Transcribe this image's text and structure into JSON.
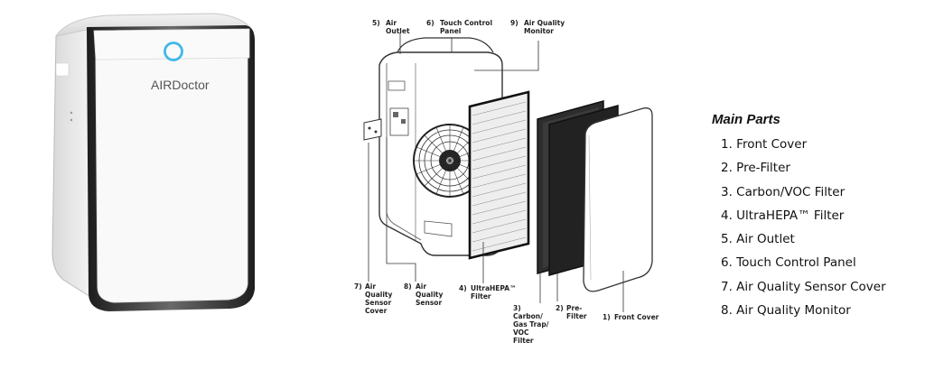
{
  "product": {
    "brand_logo": "AIRDoctor",
    "accent_color": "#3fb8e8"
  },
  "diagram_labels": {
    "air_outlet": {
      "num": "5)",
      "lines": [
        "Air",
        "Outlet"
      ]
    },
    "touch_control_panel": {
      "num": "6)",
      "lines": [
        "Touch Control",
        "Panel"
      ]
    },
    "air_quality_monitor": {
      "num": "9)",
      "lines": [
        "Air Quality",
        "Monitor"
      ]
    },
    "air_quality_sensor_cover": {
      "num": "7)",
      "lines": [
        "Air",
        "Quality",
        "Sensor",
        "Cover"
      ]
    },
    "air_quality_sensor": {
      "num": "8)",
      "lines": [
        "Air",
        "Quality",
        "Sensor"
      ]
    },
    "ultrahepa_filter": {
      "num": "4)",
      "lines": [
        "UltraHEPA™",
        "Filter"
      ]
    },
    "carbon_filter": {
      "num": "3)",
      "lines": [
        "Carbon/",
        "Gas Trap/",
        "VOC",
        "Filter"
      ]
    },
    "pre_filter": {
      "num": "2)",
      "lines": [
        "Pre-",
        "Filter"
      ]
    },
    "front_cover": {
      "num": "1)",
      "lines": [
        "Front Cover"
      ]
    }
  },
  "legend": {
    "title": "Main Parts",
    "items": [
      "1. Front Cover",
      "2. Pre-Filter",
      "3. Carbon/VOC Filter",
      "4. UltraHEPA™ Filter",
      "5. Air Outlet",
      "6. Touch Control Panel",
      "7. Air Quality Sensor Cover",
      "8. Air Quality Monitor"
    ]
  }
}
